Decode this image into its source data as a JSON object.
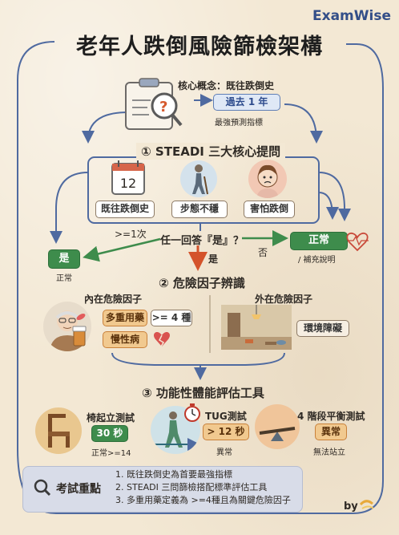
{
  "brand": "ExamWise",
  "title": "老年人跌倒風險篩檢架構",
  "core": {
    "label": "核心概念：既往跌倒史",
    "badge": "過去 1 年",
    "caption": "最強預測指標"
  },
  "section1": {
    "title": "① STEADI 三大核心提問",
    "items": [
      "既往跌倒史",
      "步態不穩",
      "害怕跌倒"
    ],
    "calendar_number": "12",
    "under_first": ">=1次"
  },
  "decision": {
    "question": "任一回答『是』？",
    "yes_box": "是",
    "yes_caption": "正常",
    "no_label": "否",
    "right_box": "正常",
    "right_caption": "/ 補充說明",
    "down_label": "是"
  },
  "section2": {
    "title": "② 危險因子辨識",
    "internal_title": "內在危險因子",
    "internal_items": [
      "多重用藥",
      ">= 4 種",
      "慢性病"
    ],
    "external_title": "外在危險因子",
    "external_item": "環境障礙"
  },
  "section3": {
    "title": "③ 功能性體能評估工具",
    "tests": [
      {
        "name": "椅起立測試",
        "value": "30 秒",
        "caption": "正常>=14"
      },
      {
        "name": "TUG測試",
        "value": "> 12 秒",
        "caption": "異常"
      },
      {
        "name": "4 階段平衡測試",
        "value": "異常",
        "caption": "無法站立"
      }
    ]
  },
  "exam": {
    "title": "考試重點",
    "points": [
      "1. 既往跌倒史為首要最強指標",
      "2. STEADI 三問篩檢搭配標準評估工具",
      "3. 多重用藥定義為 >=4種且為關鍵危險因子"
    ]
  },
  "footer": "by",
  "colors": {
    "accent_blue": "#4f6aa0",
    "green": "#3e8c4c",
    "orange": "#f1c98f",
    "red_arrow": "#d4532b"
  }
}
